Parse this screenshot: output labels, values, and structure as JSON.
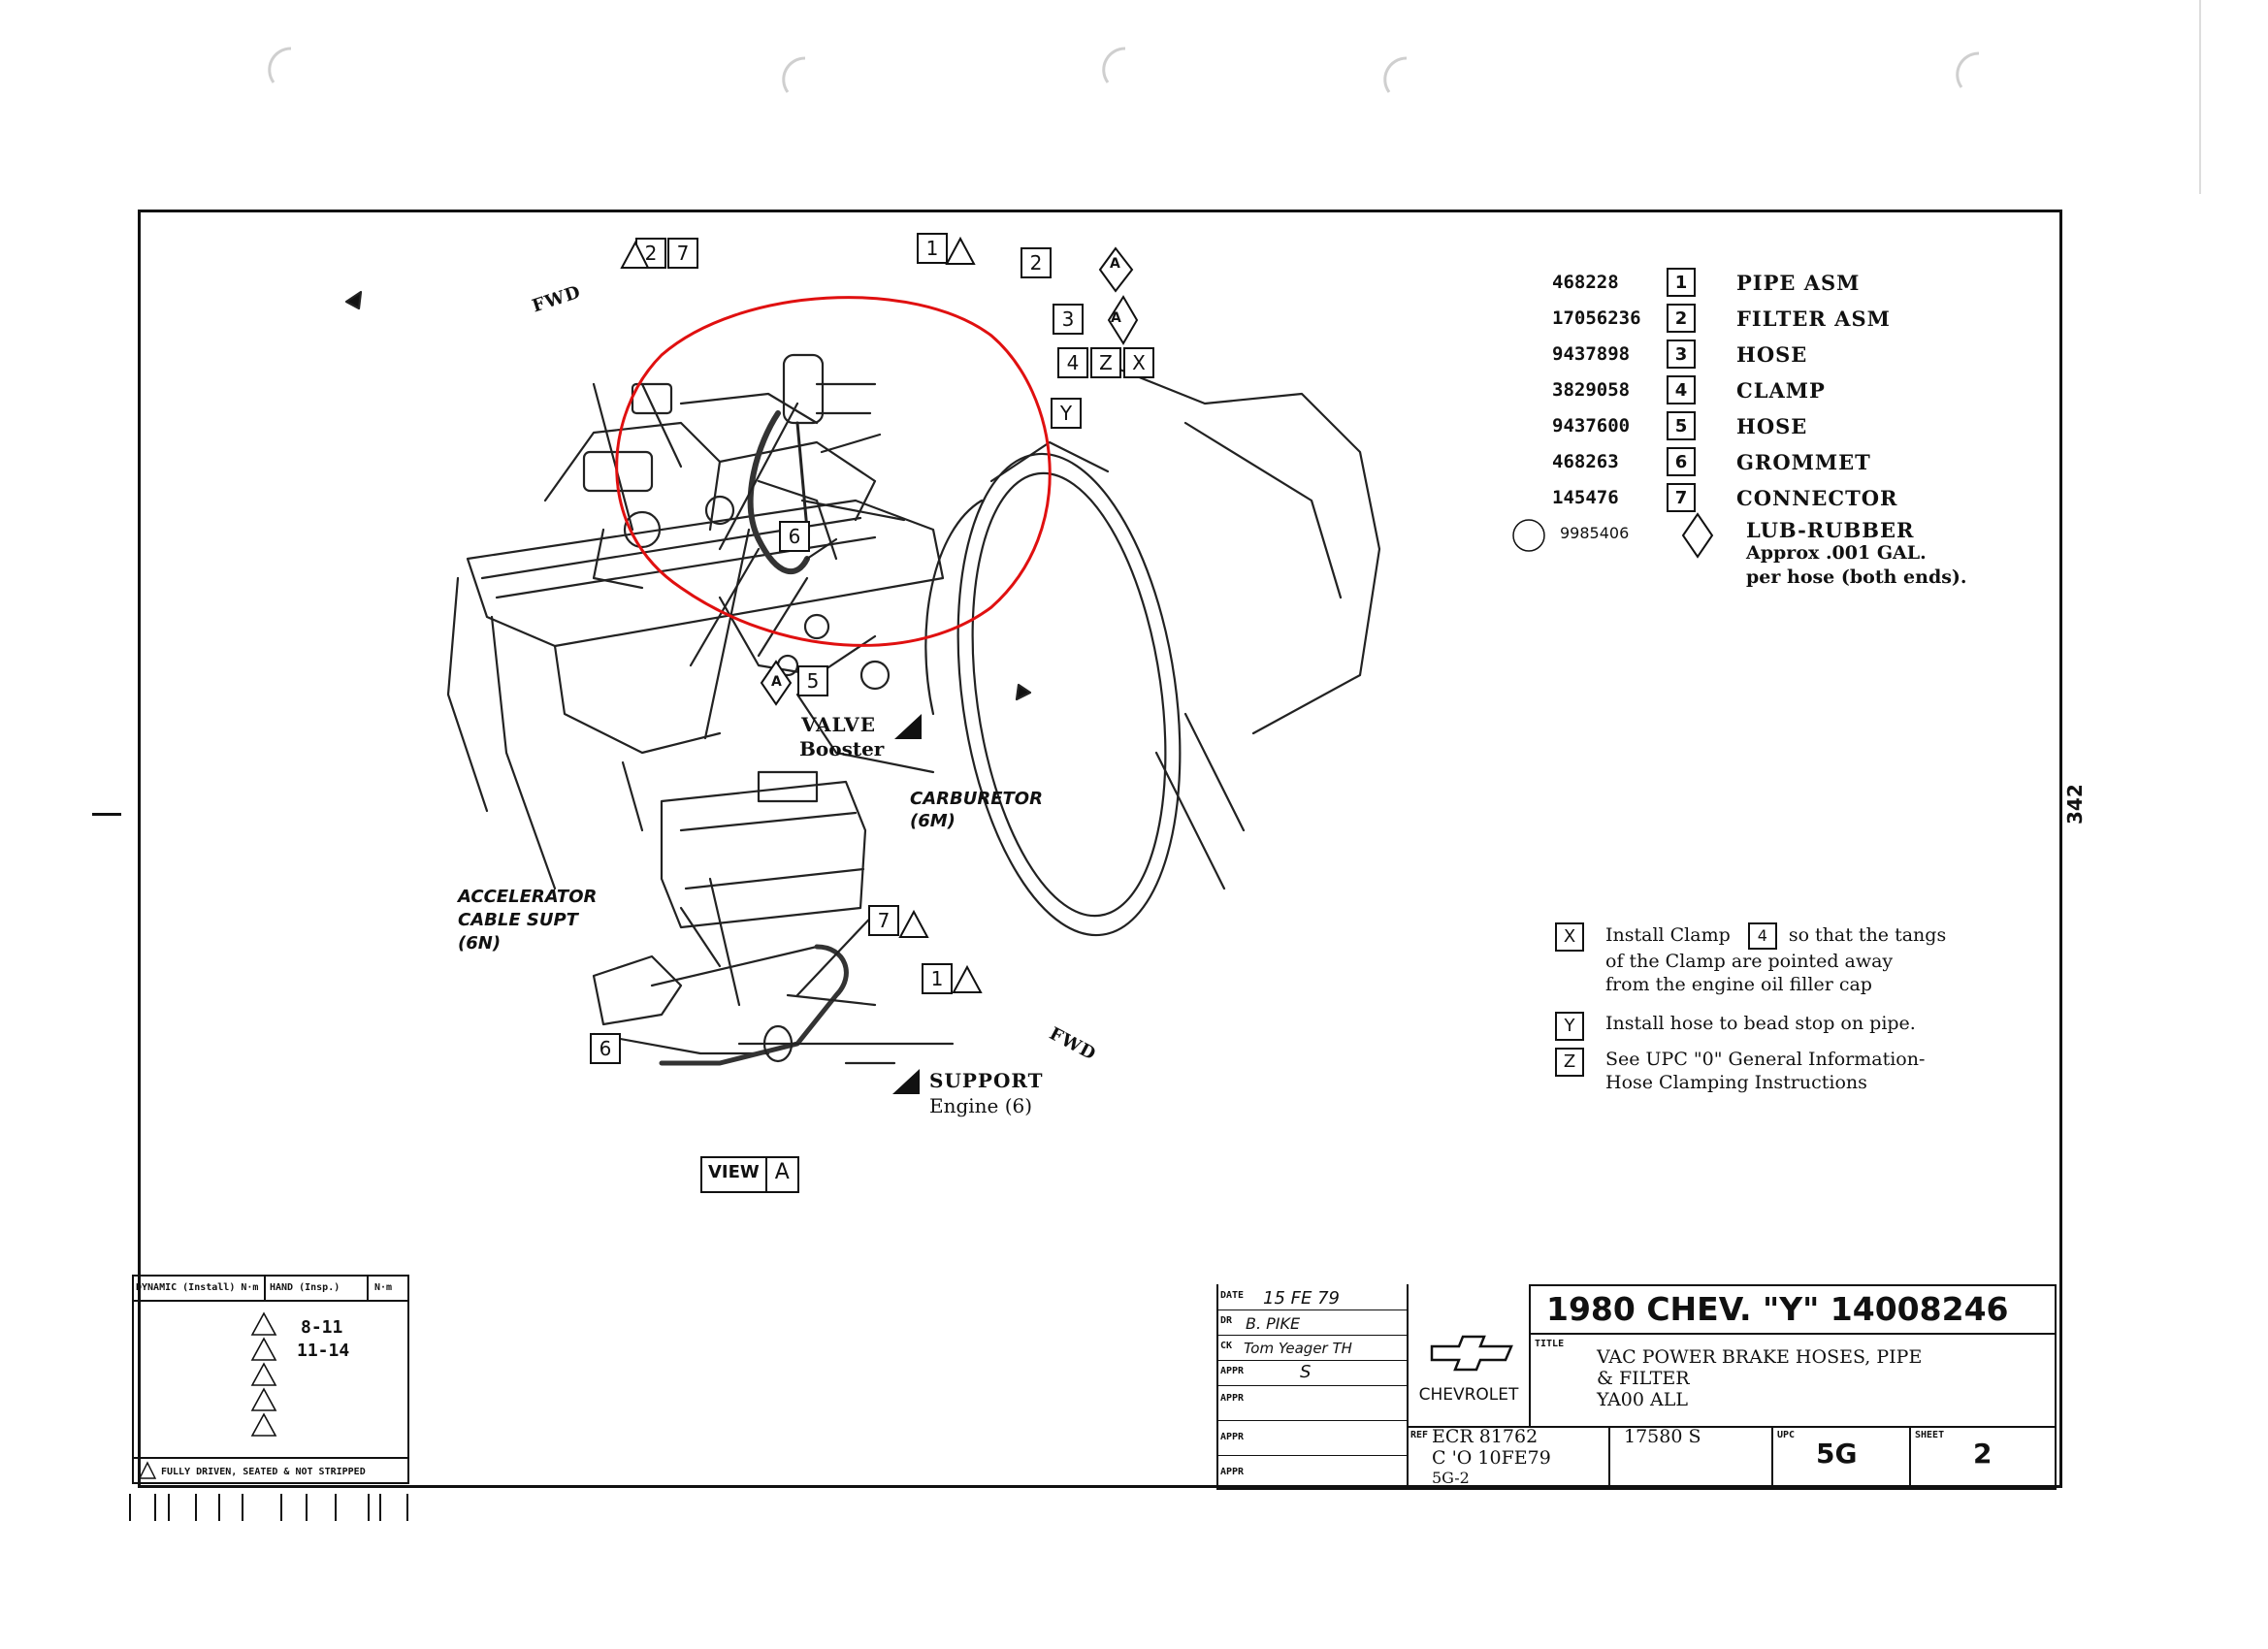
{
  "legend": [
    {
      "part_no": "468228",
      "ref": "1",
      "desc": "PIPE ASM"
    },
    {
      "part_no": "17056236",
      "ref": "2",
      "desc": "FILTER ASM"
    },
    {
      "part_no": "9437898",
      "ref": "3",
      "desc": "HOSE"
    },
    {
      "part_no": "3829058",
      "ref": "4",
      "desc": "CLAMP"
    },
    {
      "part_no": "9437600",
      "ref": "5",
      "desc": "HOSE"
    },
    {
      "part_no": "468263",
      "ref": "6",
      "desc": "GROMMET"
    },
    {
      "part_no": "145476",
      "ref": "7",
      "desc": "CONNECTOR"
    }
  ],
  "lub": {
    "part_no": "9985406",
    "ref": "A",
    "line1": "LUB-RUBBER",
    "line2": "Approx .001 GAL.",
    "line3": "per hose (both ends)."
  },
  "notes": [
    {
      "ref": "X",
      "l1": "Install Clamp",
      "clamp_ref": "4",
      "l1b": "so that the tangs",
      "l2": "of the Clamp are pointed away",
      "l3": "from the engine oil filler cap"
    },
    {
      "ref": "Y",
      "l1": "Install hose to bead stop on pipe."
    },
    {
      "ref": "Z",
      "l1": "See UPC \"0\" General Information-",
      "l2": "Hose Clamping Instructions"
    }
  ],
  "labels": {
    "fwd_top": "FWD",
    "fwd_bottom": "FWD",
    "valve": "VALVE",
    "booster": "Booster",
    "carburetor": "CARBURETOR",
    "carburetor_code": "(6M)",
    "accelerator_l1": "ACCELERATOR",
    "accelerator_l2": "CABLE SUPT",
    "accelerator_l3": "(6N)",
    "support": "SUPPORT",
    "support_sub": "Engine (6)",
    "view": "VIEW",
    "view_ref": "A",
    "page_number": "342"
  },
  "callouts": {
    "c2": "2",
    "c7": "7",
    "c1": "1",
    "c2b": "2",
    "c3": "3",
    "c4": "4",
    "cz": "Z",
    "cx": "X",
    "cy": "Y",
    "c6": "6",
    "c5": "5",
    "ca1": "A",
    "ca2": "A",
    "ca3": "A",
    "c7b": "7",
    "c1b": "1",
    "c6b": "6"
  },
  "torque": {
    "header_dynamic": "DYNAMIC (Install) N·m",
    "header_hand": "HAND (Insp.)",
    "header_nm": "N·m",
    "r1": "8-11",
    "r2": "11-14",
    "footnote": "FULLY DRIVEN, SEATED & NOT STRIPPED"
  },
  "title_block": {
    "date_lbl": "DATE",
    "date_val": "15 FE 79",
    "dr_lbl": "DR",
    "dr_val": "B. PIKE",
    "ck_lbl": "CK",
    "ck_val": "Tom Yeager TH",
    "appr_lbl": "APPR",
    "appr_val": "S",
    "brand": "CHEVROLET",
    "headline": "1980 CHEV. \"Y\" 14008246",
    "title_lbl": "TITLE",
    "title_l1": "VAC POWER BRAKE HOSES, PIPE",
    "title_l2": "& FILTER",
    "title_l3": "YA00 ALL",
    "ref_lbl": "REF",
    "ref_l1": "ECR 81762",
    "ref_l2": "C 'O 10FE79",
    "ref_l3": "5G-2",
    "num": "17580 S",
    "upc_lbl": "UPC",
    "upc_val": "5G",
    "sheet_lbl": "SHEET",
    "sheet_val": "2"
  },
  "colors": {
    "ink": "#111111",
    "markup": "#e01010"
  }
}
